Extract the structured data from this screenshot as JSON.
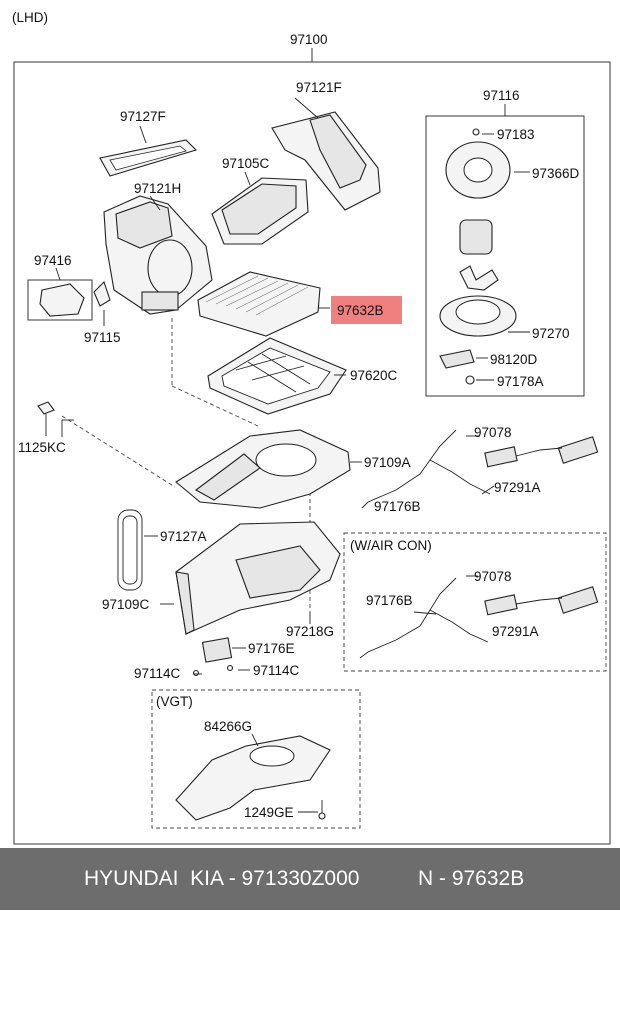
{
  "labels": {
    "lhd": "(LHD)",
    "main": "97100",
    "p97121F": "97121F",
    "p97127F": "97127F",
    "p97105C": "97105C",
    "p97121H": "97121H",
    "p97416": "97416",
    "p97115": "97115",
    "p97632B": "97632B",
    "p97620C": "97620C",
    "p97116": "97116",
    "p97183": "97183",
    "p97366D": "97366D",
    "p97270": "97270",
    "p98120D": "98120D",
    "p97178A": "97178A",
    "p1125KC": "1125KC",
    "p97109A": "97109A",
    "p97078a": "97078",
    "p97176Ba": "97176B",
    "p97291Aa": "97291A",
    "p97127A": "97127A",
    "p97109C": "97109C",
    "p97218G": "97218G",
    "p97176E": "97176E",
    "p97114Ca": "97114C",
    "p97114Cb": "97114C",
    "wairCon": "(W/AIR CON)",
    "p97078b": "97078",
    "p97176Bb": "97176B",
    "p97291Ab": "97291A",
    "vgt": "(VGT)",
    "p84266G": "84266G",
    "p1249GE": "1249GE"
  },
  "footer": {
    "brand": "HYUNDAI  KIA - 971330Z000",
    "ref": "N - 97632B"
  },
  "colors": {
    "highlight": "#f08080",
    "footer_bg": "#6d6d6d"
  }
}
